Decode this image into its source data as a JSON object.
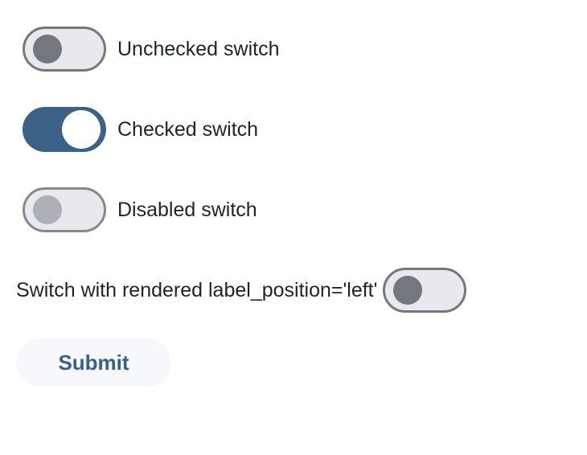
{
  "colors": {
    "track_unchecked_bg": "#e8e9ed",
    "track_border": "#74777e",
    "knob_unchecked": "#74777e",
    "track_checked_bg": "#3a6186",
    "knob_checked": "#ffffff",
    "track_disabled_border": "#85888e",
    "knob_disabled": "#acafb5",
    "label_text": "#1e222b",
    "submit_bg": "#f7f8fc",
    "submit_text": "#33618e"
  },
  "switches": [
    {
      "label": "Unchecked switch",
      "state": "unchecked",
      "label_position": "right"
    },
    {
      "label": "Checked switch",
      "state": "checked",
      "label_position": "right"
    },
    {
      "label": "Disabled switch",
      "state": "disabled",
      "label_position": "right"
    },
    {
      "label": "Switch with rendered label_position='left'",
      "state": "unchecked",
      "label_position": "left"
    }
  ],
  "submit": {
    "label": "Submit"
  }
}
